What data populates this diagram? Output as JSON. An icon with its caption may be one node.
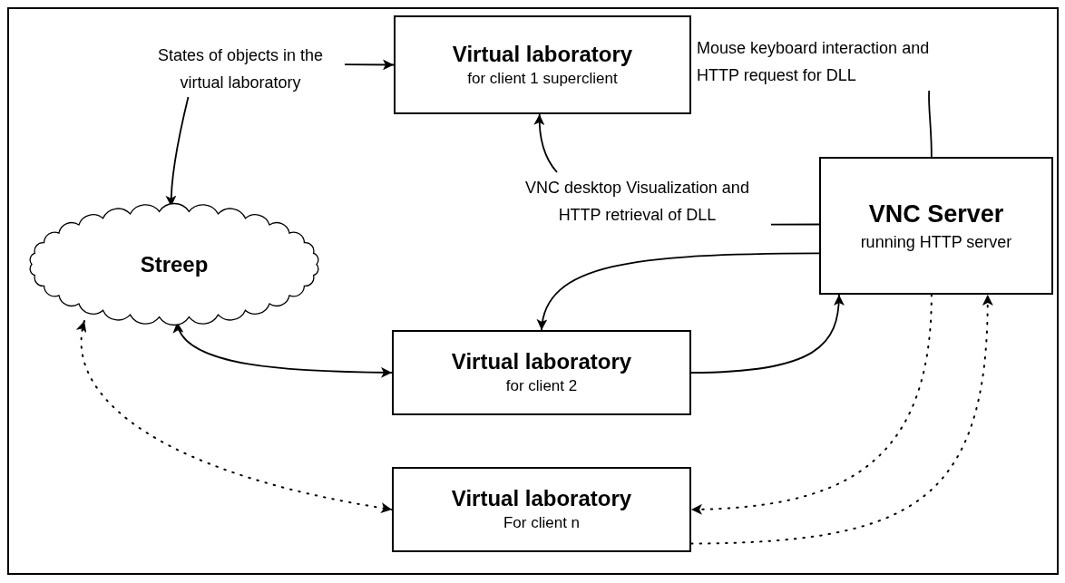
{
  "diagram": {
    "nodes": [
      {
        "text": [
          "States of objects in the virtual laboratory"
        ]
      },
      {
        "text": [
          "Virtual laboratory",
          "for client 1 superclient"
        ]
      },
      {
        "text": [
          "Mouse keyboard interaction and HTTP request for DLL"
        ]
      },
      {
        "text": [
          "VNC desktop Visualization and HTTP retrieval of DLL"
        ]
      },
      {
        "text": [
          "Streep"
        ]
      },
      {
        "text": [
          "VNC Server",
          "running HTTP server"
        ]
      },
      {
        "text": [
          "Virtual laboratory",
          "for client 2"
        ]
      },
      {
        "text": [
          "Virtual laboratory",
          "For client n"
        ]
      }
    ],
    "edges": [
      {
        "from": 0,
        "to": 1,
        "arrow": "to"
      },
      {
        "from": 0,
        "to": 4,
        "arrow": "to"
      },
      {
        "from": 5,
        "to": 2,
        "arrow": "none"
      },
      {
        "from": 3,
        "to": 1,
        "arrow": "to"
      },
      {
        "from": 5,
        "to": 3,
        "arrow": "none"
      },
      {
        "from": 5,
        "to": 6,
        "arrow": "to"
      },
      {
        "from": 6,
        "to": 5,
        "arrow": "to"
      },
      {
        "from": 4,
        "to": 6,
        "arrow": "both"
      },
      {
        "from": 4,
        "to": 7,
        "arrow": "both",
        "style": "dashed"
      },
      {
        "from": 5,
        "to": 7,
        "arrow": "to",
        "style": "dashed"
      },
      {
        "from": 7,
        "to": 5,
        "arrow": "to",
        "style": "dashed"
      }
    ]
  }
}
